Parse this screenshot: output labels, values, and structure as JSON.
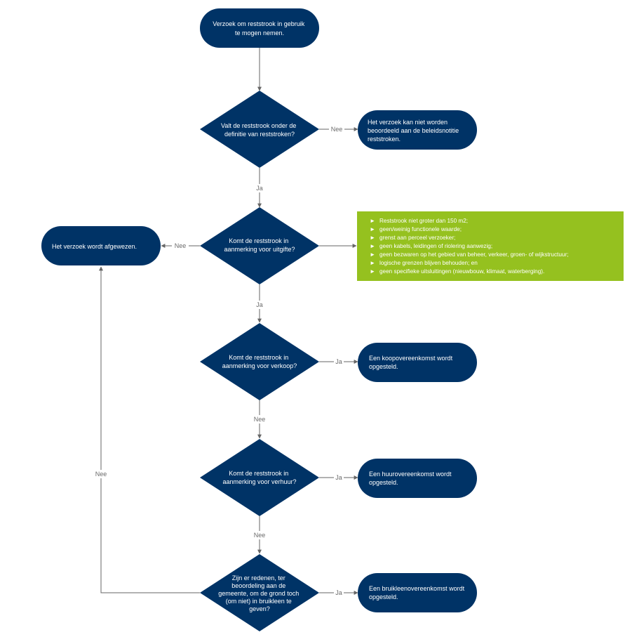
{
  "colors": {
    "node": "#003366",
    "accent": "#95c11f",
    "line": "#666666",
    "label": "#6b6b6b"
  },
  "nodes": {
    "start": {
      "lines": [
        "Verzoek om reststrook in gebruik",
        "te mogen nemen."
      ]
    },
    "q1": {
      "lines": [
        "Valt de reststrook onder de",
        "definitie van reststroken?"
      ]
    },
    "r1": {
      "lines": [
        "Het verzoek kan niet worden",
        "beoordeeld aan de beleidsnotitie",
        "reststroken."
      ]
    },
    "q2": {
      "lines": [
        "Komt de reststrook in",
        "aanmerking voor uitgifte?"
      ]
    },
    "reject": {
      "lines": [
        "Het verzoek wordt afgewezen."
      ]
    },
    "q3": {
      "lines": [
        "Komt de reststrook in",
        "aanmerking voor verkoop?"
      ]
    },
    "r3": {
      "lines": [
        "Een koopovereenkomst wordt",
        "opgesteld."
      ]
    },
    "q4": {
      "lines": [
        "Komt de reststrook in",
        "aanmerking voor verhuur?"
      ]
    },
    "r4": {
      "lines": [
        "Een huurovereenkomst wordt",
        "opgesteld."
      ]
    },
    "q5": {
      "lines": [
        "Zijn er redenen, ter",
        "beoordeling aan de",
        "gemeente, om de grond toch",
        "(om niet) in bruikleen te",
        "geven?"
      ]
    },
    "r5": {
      "lines": [
        "Een bruikleenovereenkomst wordt",
        "opgesteld."
      ]
    }
  },
  "criteria": {
    "bullet": "►",
    "items": [
      "Reststrook niet groter dan 150 m2;",
      "geen/weinig functionele waarde;",
      "grenst aan perceel verzoeker;",
      "geen kabels, leidingen of riolering aanwezig;",
      "geen bezwaren op het gebied van beheer, verkeer, groen- of wijkstructuur;",
      "logische grenzen blijven behouden; en",
      "geen specifieke uitsluitingen (nieuwbouw, klimaat, waterberging)."
    ]
  },
  "edges": {
    "q1_no": "Nee",
    "q1_yes": "Ja",
    "q2_no": "Nee",
    "q2_yes": "Ja",
    "q3_yes": "Ja",
    "q3_no": "Nee",
    "q4_yes": "Ja",
    "q4_no": "Nee",
    "q5_yes": "Ja",
    "q5_no": "Nee"
  }
}
